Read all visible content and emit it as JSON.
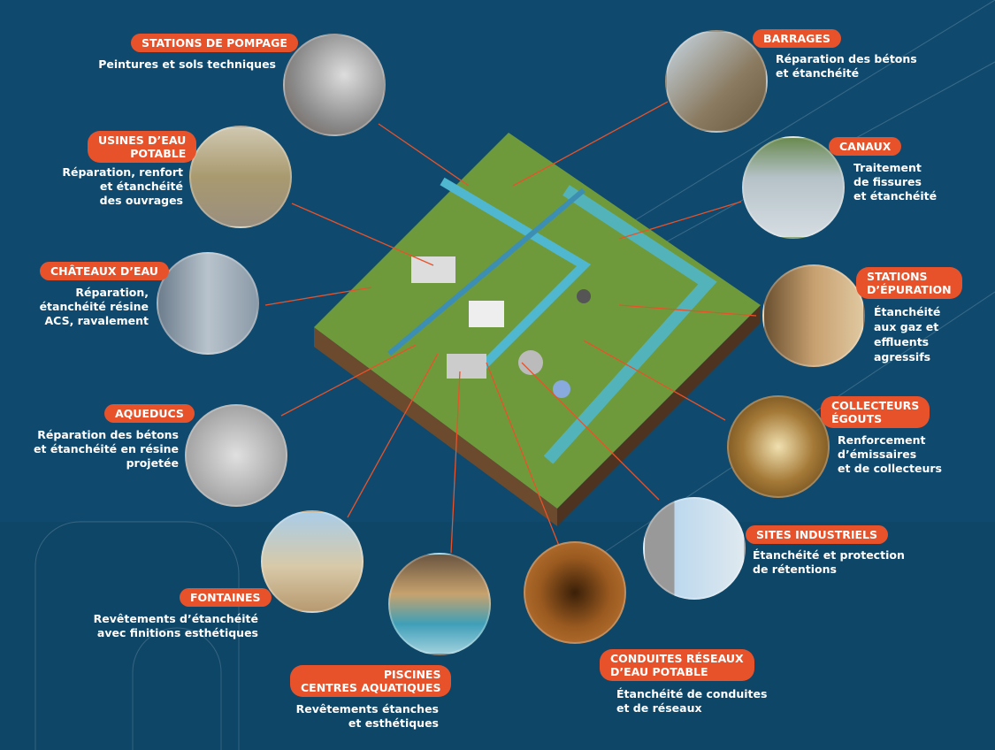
{
  "colors": {
    "background": "#0f4a6e",
    "accent": "#e8522a"
  },
  "items": [
    {
      "title": "STATIONS DE POMPAGE",
      "desc": "Peintures et sols techniques"
    },
    {
      "title": "USINES D’EAU\nPOTABLE",
      "desc": "Réparation, renfort\net étanchéité\ndes ouvrages"
    },
    {
      "title": "CHÂTEAUX D’EAU",
      "desc": "Réparation,\nétanchéité résine\nACS, ravalement"
    },
    {
      "title": "AQUEDUCS",
      "desc": "Réparation des bétons\net étanchéité en résine\nprojetée"
    },
    {
      "title": "FONTAINES",
      "desc": "Revêtements d’étanchéité\navec finitions esthétiques"
    },
    {
      "title": "PISCINES\nCENTRES AQUATIQUES",
      "desc": "Revêtements étanches\net esthétiques"
    },
    {
      "title": "CONDUITES RÉSEAUX\nD’EAU POTABLE",
      "desc": "Étanchéité de conduites\net de réseaux"
    },
    {
      "title": "SITES INDUSTRIELS",
      "desc": "Étanchéité et protection\nde rétentions"
    },
    {
      "title": "COLLECTEURS\nÉGOUTS",
      "desc": "Renforcement\nd’émissaires\net de collecteurs"
    },
    {
      "title": "STATIONS\nD’ÉPURATION",
      "desc": "Étanchéité\naux gaz et\neffluents\nagressifs"
    },
    {
      "title": "CANAUX",
      "desc": "Traitement\nde fissures\net étanchéité"
    },
    {
      "title": "BARRAGES",
      "desc": "Réparation des bétons\net étanchéité"
    }
  ]
}
